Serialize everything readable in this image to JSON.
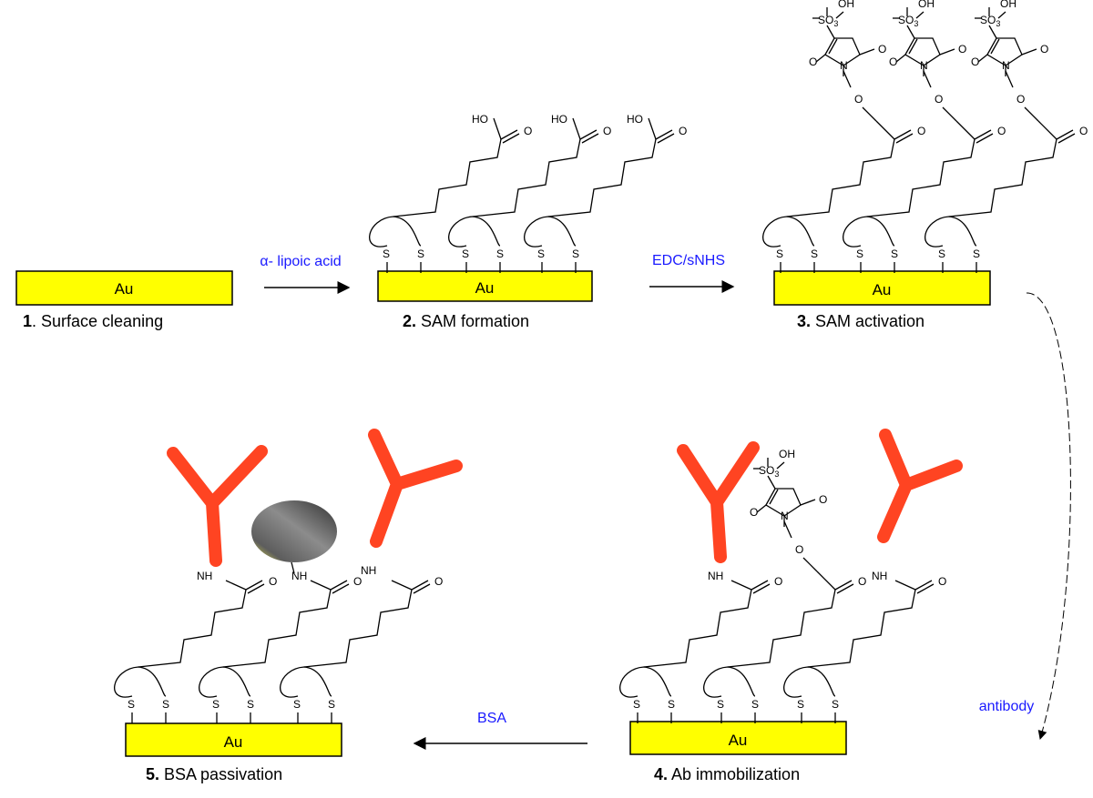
{
  "colors": {
    "gold": "#ffff00",
    "antibody": "#ff4422",
    "reagent_text": "#1a1aff",
    "ink": "#000000"
  },
  "au_label": "Au",
  "atoms": {
    "sulfur": "S",
    "hydroxyl_acid": "HO",
    "oxygen": "O",
    "nitrogen": "N",
    "amine": "NH",
    "sulfo": "SO",
    "sulfo_sub": "3",
    "sulfo_h": "H"
  },
  "steps": [
    {
      "num": "1",
      "label": ". Surface cleaning"
    },
    {
      "num": "2.",
      "label": " SAM formation"
    },
    {
      "num": "3.",
      "label": " SAM activation"
    },
    {
      "num": "4.",
      "label": " Ab immobilization"
    },
    {
      "num": "5.",
      "label": " BSA passivation"
    }
  ],
  "reagents": {
    "lipoic": "α- lipoic acid",
    "edc": "EDC/sNHS",
    "antibody": "antibody",
    "bsa": "BSA"
  }
}
